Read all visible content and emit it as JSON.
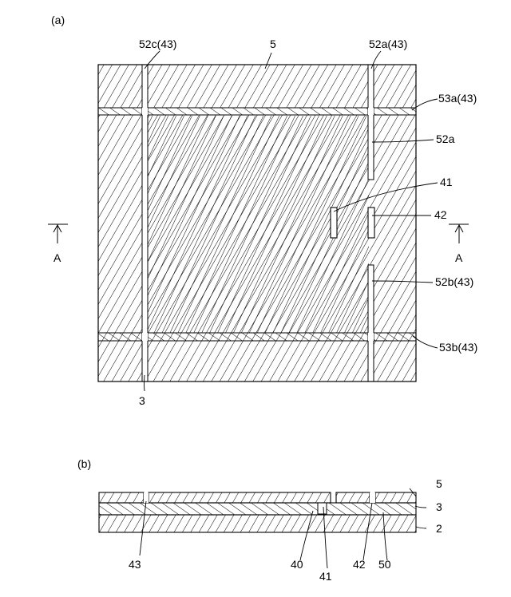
{
  "panel_a": {
    "panel_label": "(a)",
    "labels": {
      "label_52c": "52c(43)",
      "label_5": "5",
      "label_52a_top": "52a(43)",
      "label_53a": "53a(43)",
      "label_52a": "52a",
      "label_41": "41",
      "label_42": "42",
      "label_52b": "52b(43)",
      "label_53b": "53b(43)",
      "label_3": "3",
      "section_left": "A",
      "section_right": "A"
    }
  },
  "panel_b": {
    "panel_label": "(b)",
    "labels": {
      "label_5": "5",
      "label_3": "3",
      "label_2": "2",
      "label_43": "43",
      "label_40": "40",
      "label_41": "41",
      "label_42": "42",
      "label_50": "50"
    }
  }
}
